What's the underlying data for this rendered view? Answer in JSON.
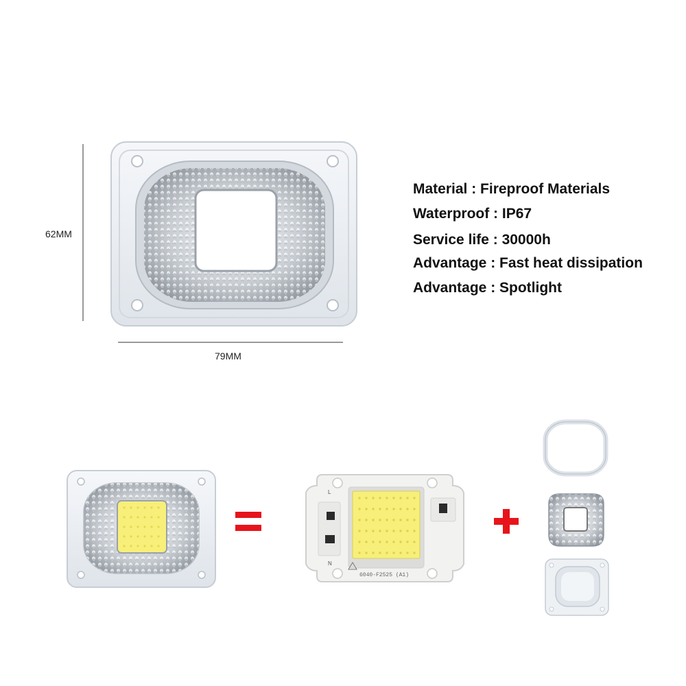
{
  "dimensions": {
    "height_label": "62MM",
    "width_label": "79MM"
  },
  "specs": [
    "Material : Fireproof Materials",
    "Waterproof : IP67",
    "Service life : 30000h",
    "Advantage : Fast heat dissipation",
    "Advantage : Spotlight"
  ],
  "chip": {
    "marking": "6040-F2525 (A1)",
    "pin_label_top": "L",
    "pin_label_bottom": "N"
  },
  "colors": {
    "operator_red": "#e8141b",
    "led_yellow": "#f7ef7a",
    "pcb_white": "#f2f2f0",
    "frame_clear": "#e9edf2"
  },
  "icons": {
    "equals": "equals-sign-icon",
    "plus": "plus-sign-icon"
  }
}
